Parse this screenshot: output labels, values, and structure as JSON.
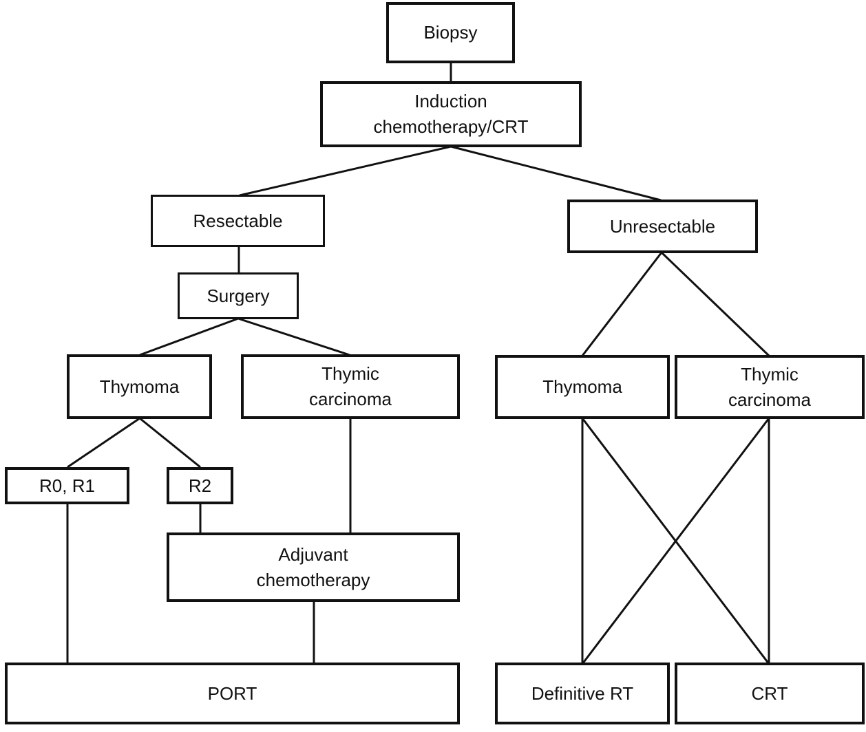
{
  "diagram": {
    "nodes": {
      "biopsy": "Biopsy",
      "induction": "Induction\nchemotherapy/CRT",
      "resectable": "Resectable",
      "unresectable": "Unresectable",
      "surgery": "Surgery",
      "thymoma_left": "Thymoma",
      "thymic_carcinoma_left": "Thymic\ncarcinoma",
      "thymoma_right": "Thymoma",
      "thymic_carcinoma_right": "Thymic\ncarcinoma",
      "r0_r1": "R0, R1",
      "r2": "R2",
      "adjuvant": "Adjuvant\nchemotherapy",
      "port": "PORT",
      "definitive_rt": "Definitive RT",
      "crt": "CRT"
    },
    "edges": [
      [
        "biopsy",
        "induction"
      ],
      [
        "induction",
        "resectable"
      ],
      [
        "induction",
        "unresectable"
      ],
      [
        "resectable",
        "surgery"
      ],
      [
        "surgery",
        "thymoma_left"
      ],
      [
        "surgery",
        "thymic_carcinoma_left"
      ],
      [
        "thymoma_left",
        "r0_r1"
      ],
      [
        "thymoma_left",
        "r2"
      ],
      [
        "r2",
        "adjuvant"
      ],
      [
        "thymic_carcinoma_left",
        "adjuvant"
      ],
      [
        "r0_r1",
        "port"
      ],
      [
        "adjuvant",
        "port"
      ],
      [
        "unresectable",
        "thymoma_right"
      ],
      [
        "unresectable",
        "thymic_carcinoma_right"
      ],
      [
        "thymoma_right",
        "definitive_rt"
      ],
      [
        "thymoma_right",
        "crt"
      ],
      [
        "thymic_carcinoma_right",
        "definitive_rt"
      ],
      [
        "thymic_carcinoma_right",
        "crt"
      ]
    ]
  }
}
